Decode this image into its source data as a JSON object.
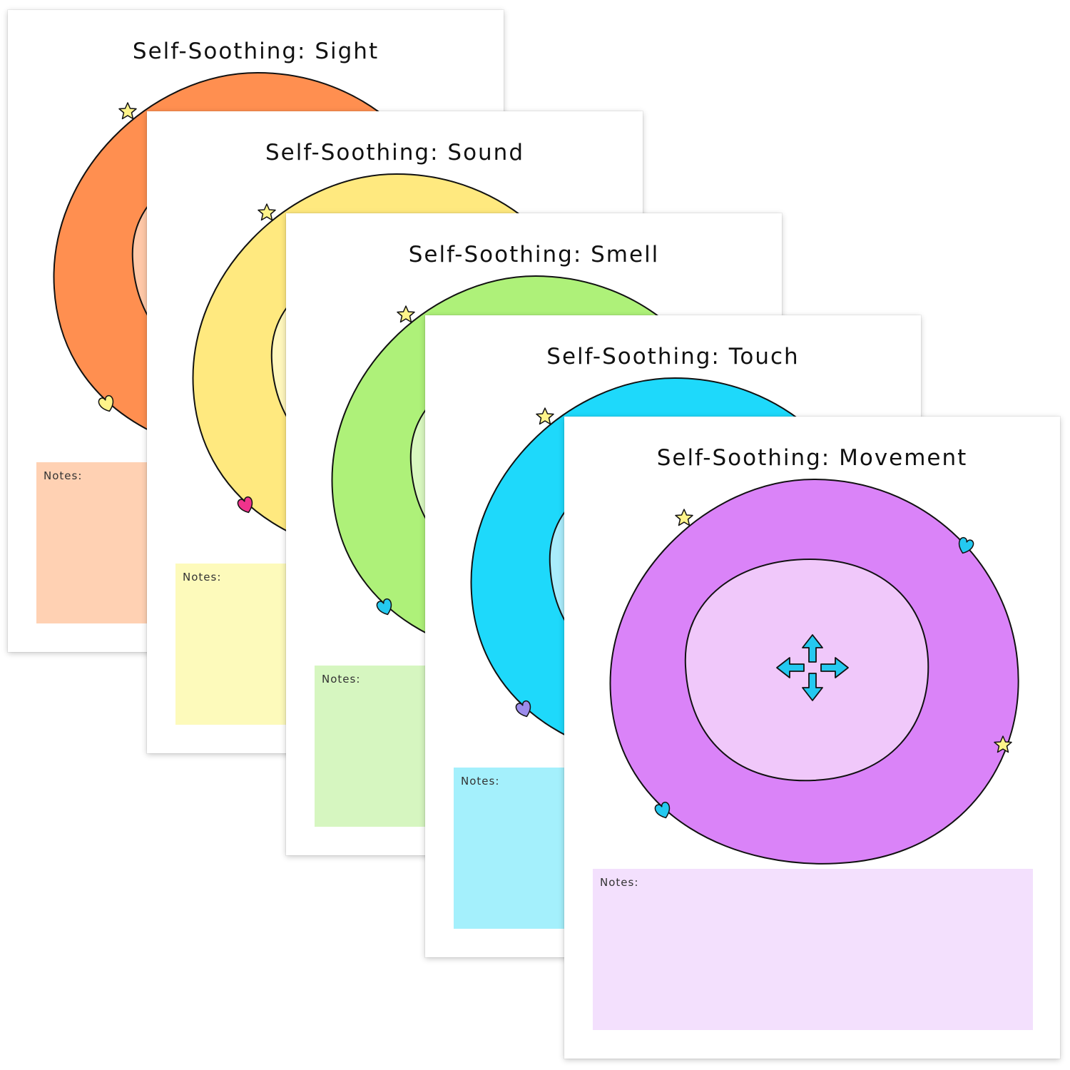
{
  "sheets": [
    {
      "title": "Self-Soothing: Sight",
      "notes_label": "Notes:",
      "outer_color": "#FF8F50",
      "inner_color": "#FFC8A8",
      "notes_color": "#FFD1B3",
      "decorations": [
        "star-icon",
        "heart-icon"
      ],
      "heart_color": "#FFF48A"
    },
    {
      "title": "Self-Soothing: Sound",
      "notes_label": "Notes:",
      "outer_color": "#FFE97F",
      "inner_color": "#FFF7BD",
      "notes_color": "#FDFABB",
      "decorations": [
        "star-icon",
        "heart-icon"
      ],
      "heart_color": "#F0338C"
    },
    {
      "title": "Self-Soothing: Smell",
      "notes_label": "Notes:",
      "outer_color": "#AEF179",
      "inner_color": "#D9F8C0",
      "notes_color": "#D6F6C0",
      "decorations": [
        "star-icon",
        "heart-icon"
      ],
      "heart_color": "#24C9F0"
    },
    {
      "title": "Self-Soothing: Touch",
      "notes_label": "Notes:",
      "outer_color": "#1ED9FB",
      "inner_color": "#A9ECFB",
      "notes_color": "#A4F0FC",
      "decorations": [
        "star-icon",
        "heart-icon"
      ],
      "heart_color": "#9C8CEB"
    },
    {
      "title": "Self-Soothing: Movement",
      "notes_label": "Notes:",
      "outer_color": "#DA83F8",
      "inner_color": "#F0C8FA",
      "notes_color": "#F3E0FD",
      "decorations": [
        "star-icon",
        "heart-icon",
        "move-arrows-icon"
      ],
      "heart_color": "#24C9F0",
      "arrow_color": "#24C9F0"
    }
  ],
  "colors": {
    "star": "#FFF48A",
    "outline": "#111111"
  }
}
